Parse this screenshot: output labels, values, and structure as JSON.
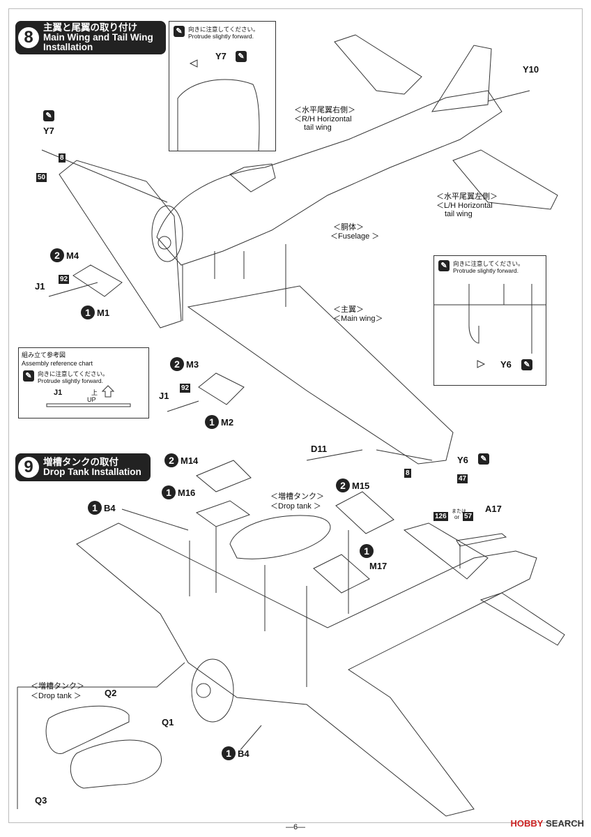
{
  "step8": {
    "number": "8",
    "title_jp": "主翼と尾翼の取り付け",
    "title_en": "Main Wing and Tail Wing Installation"
  },
  "step9": {
    "number": "9",
    "title_jp": "増槽タンクの取付",
    "title_en": "Drop Tank Installation"
  },
  "notes": {
    "protrude_jp": "向きに注意してください。",
    "protrude_en": "Protrude slightly forward."
  },
  "assembly_ref": {
    "title_jp": "組み立て参考図",
    "title_en": "Assembly reference chart",
    "part": "J1",
    "up_jp": "上",
    "up_en": "UP"
  },
  "labels": {
    "y7_callout": "Y7",
    "y7": "Y7",
    "y10": "Y10",
    "rh_tail_jp": "＜水平尾翼右側＞",
    "rh_tail_en1": "＜R/H Horizontal",
    "rh_tail_en2": "tail wing",
    "lh_tail_jp": "＜水平尾翼左側＞",
    "lh_tail_en1": "＜L/H Horizontal",
    "lh_tail_en2": "tail wing",
    "fuselage_jp": "＜胴体＞",
    "fuselage_en": "＜Fuselage ＞",
    "mainwing_jp": "＜主翼＞",
    "mainwing_en": "＜Main wing＞",
    "y6_callout": "Y6",
    "y6": "Y6",
    "m4": "M4",
    "m1": "M1",
    "j1": "J1",
    "m3": "M3",
    "m2": "M2",
    "j1b": "J1",
    "d11": "D11",
    "m14": "M14",
    "m16": "M16",
    "b4": "B4",
    "m15": "M15",
    "m17": "M17",
    "a17": "A17",
    "b4b": "B4",
    "droptank_jp": "＜増槽タンク＞",
    "droptank_en": "＜Drop tank ＞",
    "droptank2_jp": "＜増槽タンク＞",
    "droptank2_en": "＜Drop tank ＞",
    "q2": "Q2",
    "q1": "Q1",
    "q3": "Q3",
    "mata": "または",
    "or": "or"
  },
  "badges": {
    "n8a": "8",
    "n50": "50",
    "n92a": "92",
    "n92b": "92",
    "n8b": "8",
    "n47": "47",
    "n126": "126",
    "n57": "57"
  },
  "sprue_circ": {
    "m4": "2",
    "m1": "1",
    "m3": "2",
    "m2": "1",
    "m14": "2",
    "m16": "1",
    "b4": "1",
    "m15": "2",
    "m17": "1",
    "b4b": "1"
  },
  "footer": {
    "page": "—6—"
  },
  "watermark": {
    "brand": "HOBBY",
    "suffix": " SEARCH"
  }
}
